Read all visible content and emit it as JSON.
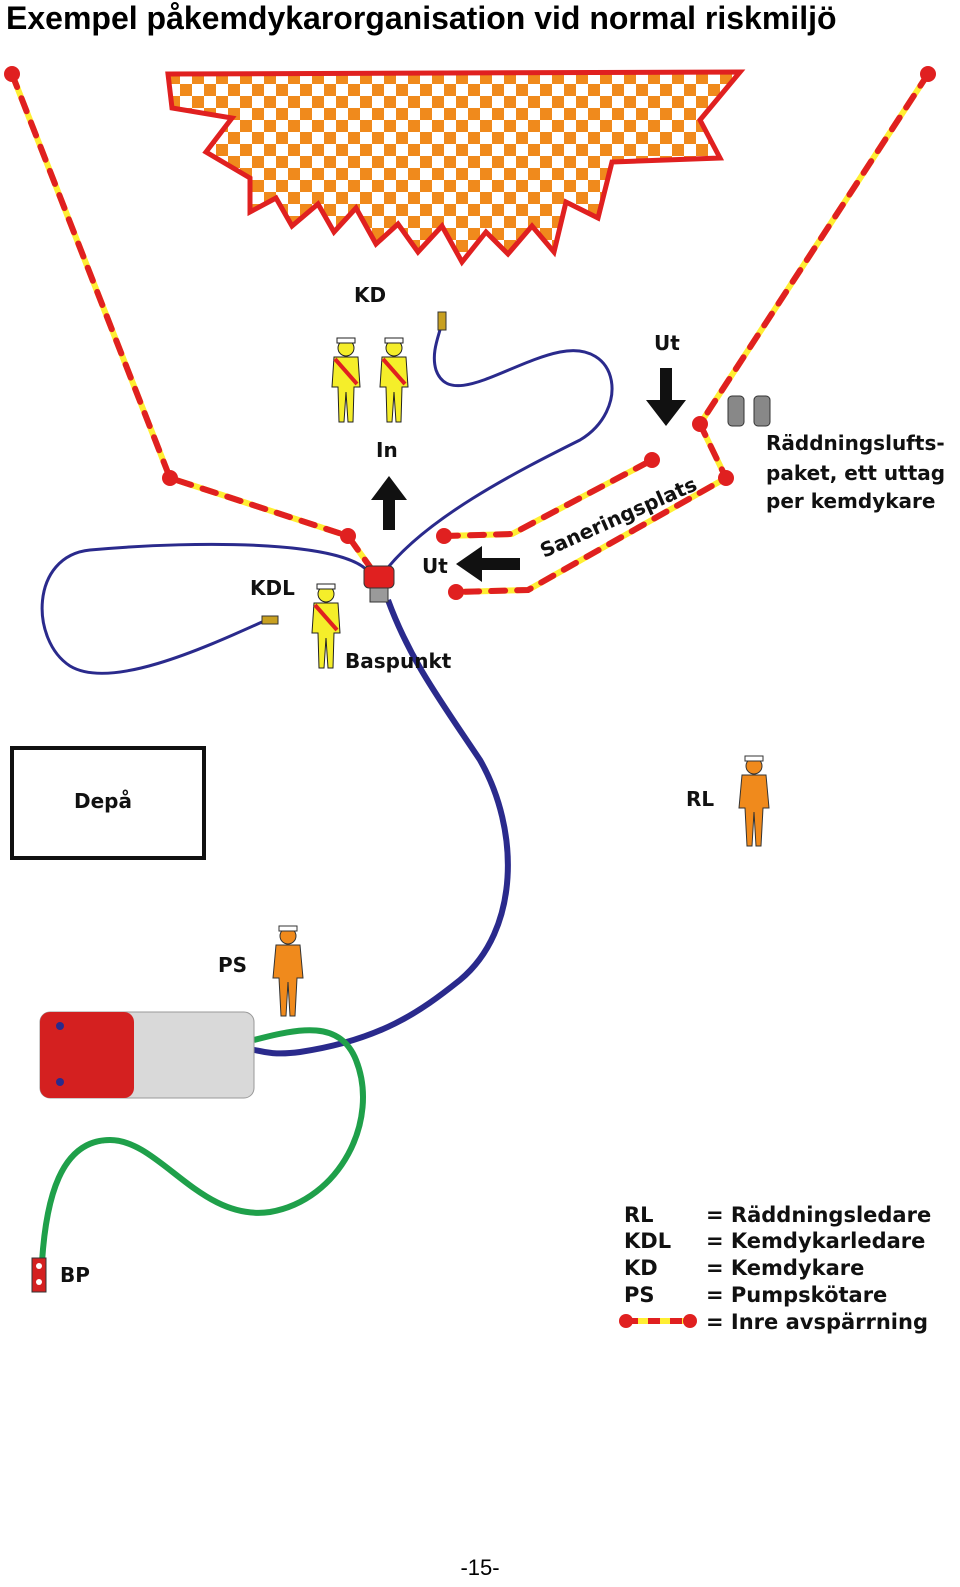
{
  "title": "Exempel påkemdykarorganisation vid normal riskmiljö",
  "labels": {
    "kd_group": "KD",
    "in": "In",
    "ut_top": "Ut",
    "ut_side": "Ut",
    "kdl": "KDL",
    "baspunkt": "Baspunkt",
    "saneringsplats": "Saneringsplats",
    "air_line1": "Räddningslufts-",
    "air_line2": "paket, ett uttag",
    "air_line3": "per kemdykare",
    "depa": "Depå",
    "rl": "RL",
    "ps": "PS",
    "bp": "BP"
  },
  "legend": [
    {
      "abbr": "RL",
      "desc": "= Räddningsledare"
    },
    {
      "abbr": "KDL",
      "desc": "= Kemdykarledare"
    },
    {
      "abbr": "KD",
      "desc": "= Kemdykare"
    },
    {
      "abbr": "PS",
      "desc": "= Pumpskötare"
    },
    {
      "abbr": "",
      "desc": "= Inre avspärrning"
    }
  ],
  "page_number": "-15-",
  "colors": {
    "cordon_red": "#e02020",
    "cordon_yellow": "#ffee33",
    "hazard_orange": "#f08a1c",
    "hose_blue": "#2a2a8c",
    "hose_green": "#1fa04a",
    "diver_yellow": "#f5ee2a",
    "person_orange": "#f08a1c",
    "truck_red": "#d42020"
  }
}
